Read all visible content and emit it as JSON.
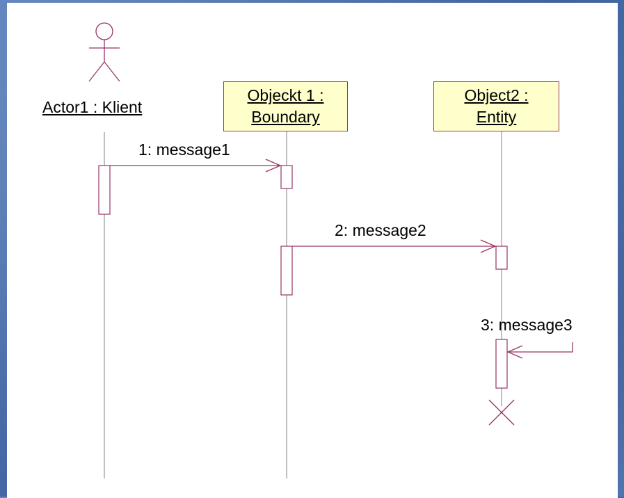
{
  "diagram": {
    "actor": {
      "label": "Actor1 : Klient"
    },
    "objects": [
      {
        "line1": "Objeckt 1 :",
        "line2": "Boundary"
      },
      {
        "line1": "Object2 :",
        "line2": "Entity"
      }
    ],
    "messages": [
      {
        "label": "1: message1"
      },
      {
        "label": "2: message2"
      },
      {
        "label": "3: message3"
      }
    ],
    "colors": {
      "lines": "#993366",
      "box_fill": "#ffffcc",
      "lifeline": "#808080"
    }
  }
}
